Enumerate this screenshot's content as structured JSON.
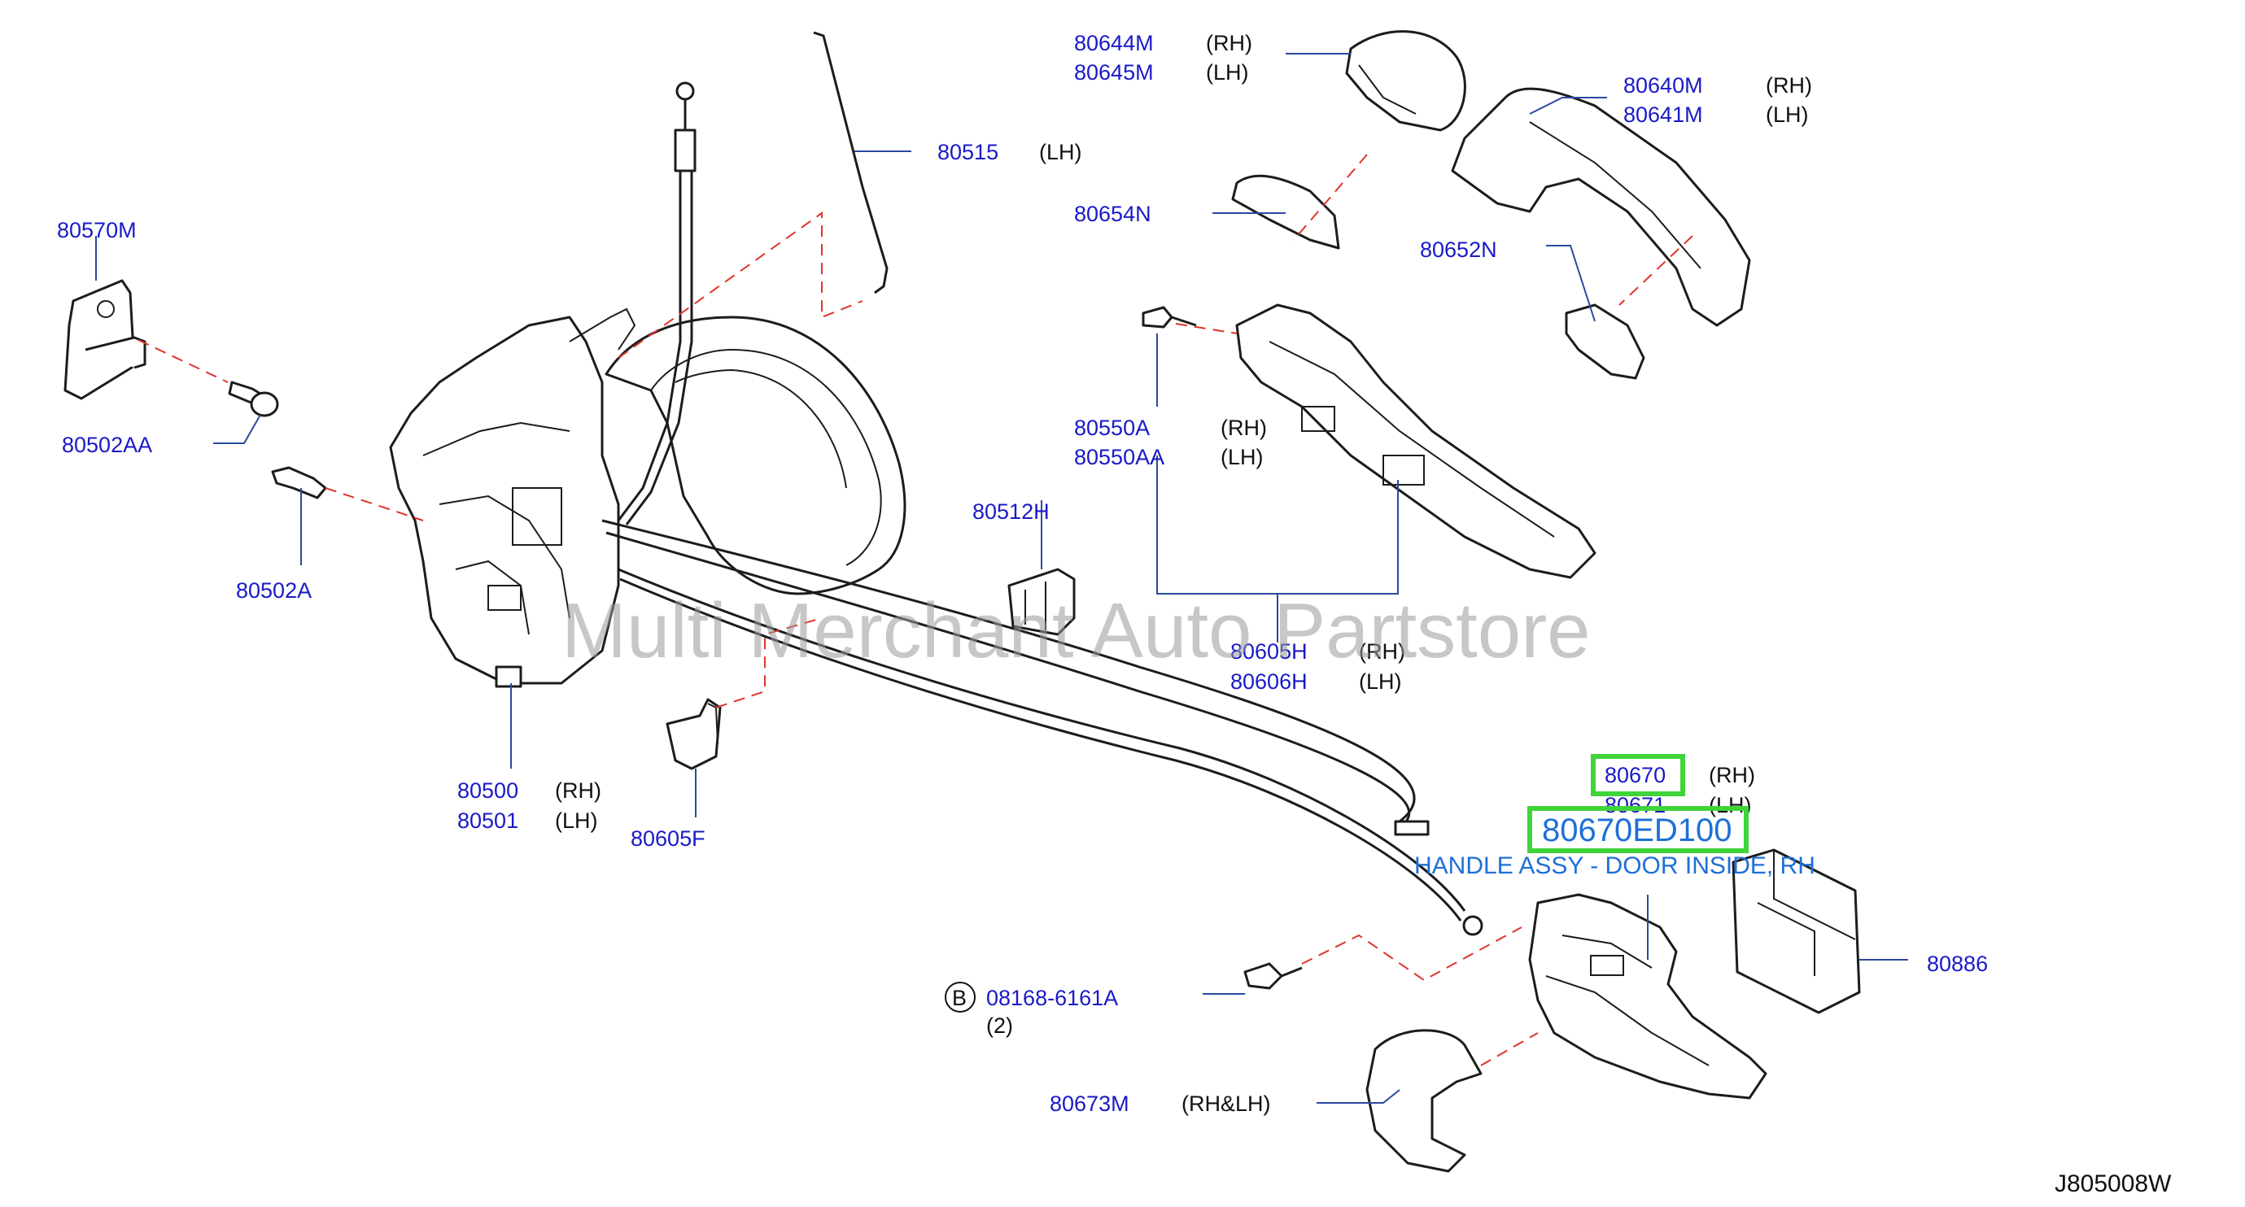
{
  "watermark": "Multi Merchant Auto Partstore",
  "diagram_code": "J805008W",
  "highlight": {
    "part_number": "80670ED100",
    "description": "HANDLE ASSY - DOOR INSIDE, RH"
  },
  "symbols": {
    "circle_b": "B"
  },
  "labels": {
    "p80644M": "80644M",
    "p80644M_side": "(RH)",
    "p80645M": "80645M",
    "p80645M_side": "(LH)",
    "p80640M": "80640M",
    "p80640M_side": "(RH)",
    "p80641M": "80641M",
    "p80641M_side": "(LH)",
    "p80515": "80515",
    "p80515_side": "(LH)",
    "p80654N": "80654N",
    "p80652N": "80652N",
    "p80570M": "80570M",
    "p80502AA": "80502AA",
    "p80502A": "80502A",
    "p80550A": "80550A",
    "p80550A_side": "(RH)",
    "p80550AA": "80550AA",
    "p80550AA_side": "(LH)",
    "p80512H": "80512H",
    "p80605H": "80605H",
    "p80605H_side": "(RH)",
    "p80606H": "80606H",
    "p80606H_side": "(LH)",
    "p80500": "80500",
    "p80500_side": "(RH)",
    "p80501": "80501",
    "p80501_side": "(LH)",
    "p80605F": "80605F",
    "p80670": "80670",
    "p80670_side": "(RH)",
    "p80671": "80671",
    "p80671_side": "(LH)",
    "p80886": "80886",
    "p08168": "08168-6161A",
    "p08168_qty": "(2)",
    "p80673M": "80673M",
    "p80673M_side": "(RH&LH)"
  }
}
